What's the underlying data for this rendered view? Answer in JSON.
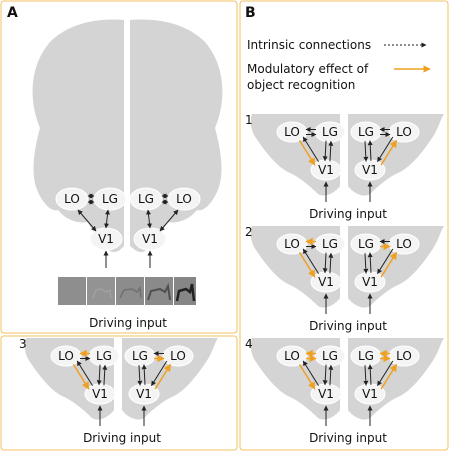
{
  "panel_a": {
    "label": "A",
    "driving_input": "Driving input",
    "node_left_top": "LO",
    "node_left_mid": "LG",
    "node_right_mid": "LG",
    "node_right_top": "LO",
    "node_left_v1": "V1",
    "node_right_v1": "V1"
  },
  "panel_b": {
    "label": "B",
    "legend": {
      "intrinsic": "Intrinsic connections",
      "modulatory_line1": "Modulatory effect of",
      "modulatory_line2": "object recognition"
    }
  },
  "models": [
    {
      "number": "1",
      "driving_input": "Driving input",
      "nodes": [
        "LO",
        "LG",
        "LG",
        "LO",
        "V1",
        "V1"
      ]
    },
    {
      "number": "2",
      "driving_input": "Driving input",
      "nodes": [
        "LO",
        "LG",
        "LG",
        "LO",
        "V1",
        "V1"
      ]
    },
    {
      "number": "3",
      "driving_input": "Driving input",
      "nodes": [
        "LO",
        "LG",
        "LG",
        "LO",
        "V1",
        "V1"
      ]
    },
    {
      "number": "4",
      "driving_input": "Driving input",
      "nodes": [
        "LO",
        "LG",
        "LG",
        "LO",
        "V1",
        "V1"
      ]
    }
  ],
  "colors": {
    "frame": "#f0c060",
    "brain": "#d4d4d4",
    "modulatory": "#f0a020",
    "intrinsic": "#222222"
  }
}
